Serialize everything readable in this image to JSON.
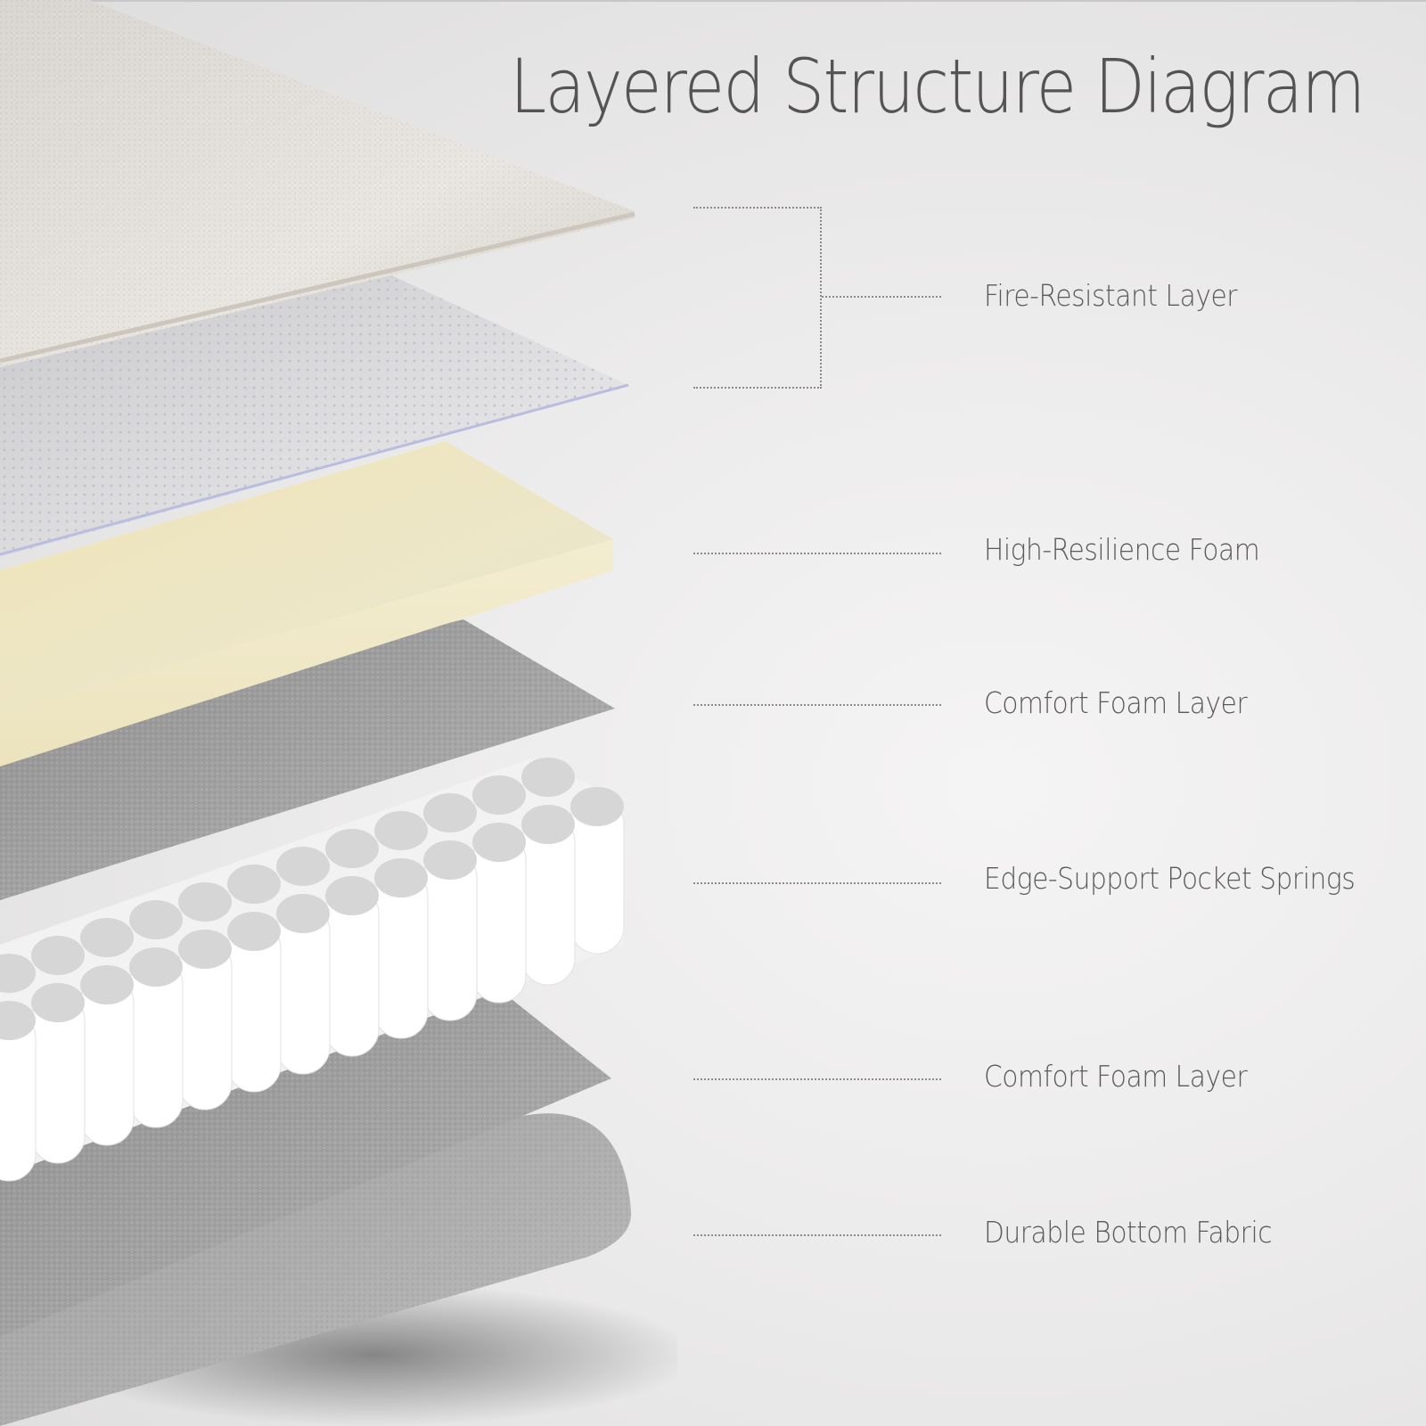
{
  "title": "Layered Structure Diagram",
  "layers": [
    {
      "label": "Fire-Resistant Layer",
      "material": "textured fabric + mesh sheet",
      "color": "#e4e1dc"
    },
    {
      "label": "High-Resilience Foam",
      "material": "foam slab",
      "color": "#f1eac6"
    },
    {
      "label": "Comfort Foam Layer",
      "material": "grey felt",
      "color": "#a3a3a3"
    },
    {
      "label": "Edge-Support Pocket Springs",
      "material": "pocket springs",
      "color": "#f7f7f7"
    },
    {
      "label": "Comfort Foam Layer",
      "material": "grey felt",
      "color": "#a9a9a9"
    },
    {
      "label": "Durable Bottom Fabric",
      "material": "bottom fabric",
      "color": "#b2b2b2"
    }
  ],
  "colors": {
    "background": "#ecebeb",
    "title_text": "#545454",
    "label_text": "#5a5a5a",
    "leader_line": "#8a8a8a"
  }
}
